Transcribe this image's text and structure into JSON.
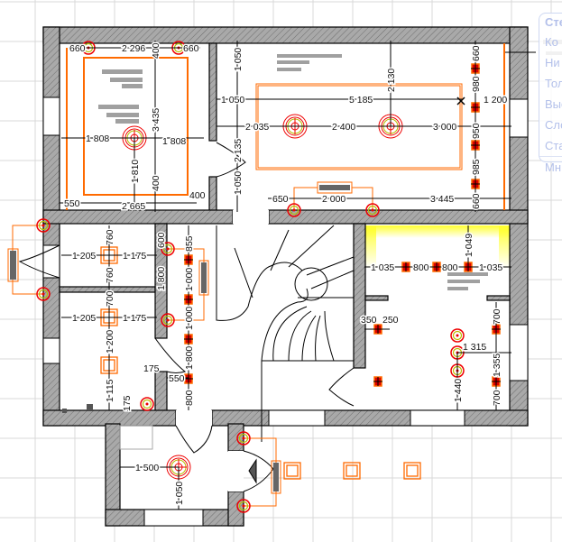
{
  "panel": {
    "items": [
      "Сте",
      "Ко",
      "Ни",
      "Тол",
      "Выс",
      "Сло",
      "Ста",
      "Мн"
    ]
  },
  "dims": {
    "tl": [
      "660",
      "2 296",
      "660",
      "400",
      "3 435",
      "1 808",
      "1 808",
      "1 810",
      "550",
      "2 665",
      "400",
      "400"
    ],
    "tr": [
      "1 050",
      "1 050",
      "5 185",
      "1 200",
      "2 130",
      "2 035",
      "2 400",
      "3 000",
      "2 135",
      "1 050",
      "650",
      "2 000",
      "3 445",
      "660",
      "980",
      "950",
      "985",
      "660"
    ],
    "ml": [
      "1 205",
      "1 175",
      "760",
      "760",
      "1 205",
      "1 175",
      "700",
      "1 200",
      "1 115",
      "175",
      "175",
      "550",
      "600",
      "1 800",
      "855",
      "1 000",
      "1 000",
      "1 800",
      "800"
    ],
    "rr": [
      "1 035",
      "800",
      "800",
      "1 035",
      "1 049",
      "350",
      "250",
      "700",
      "1 315",
      "1 355",
      "1 440",
      "700"
    ],
    "vb": [
      "1 500",
      "1 050"
    ]
  },
  "colors": {
    "accent": "#ff6a00",
    "fixture": "#e00000",
    "wall": "#a8a8a8",
    "grid": "#d8d8d8",
    "highlight": "#ffff40"
  }
}
